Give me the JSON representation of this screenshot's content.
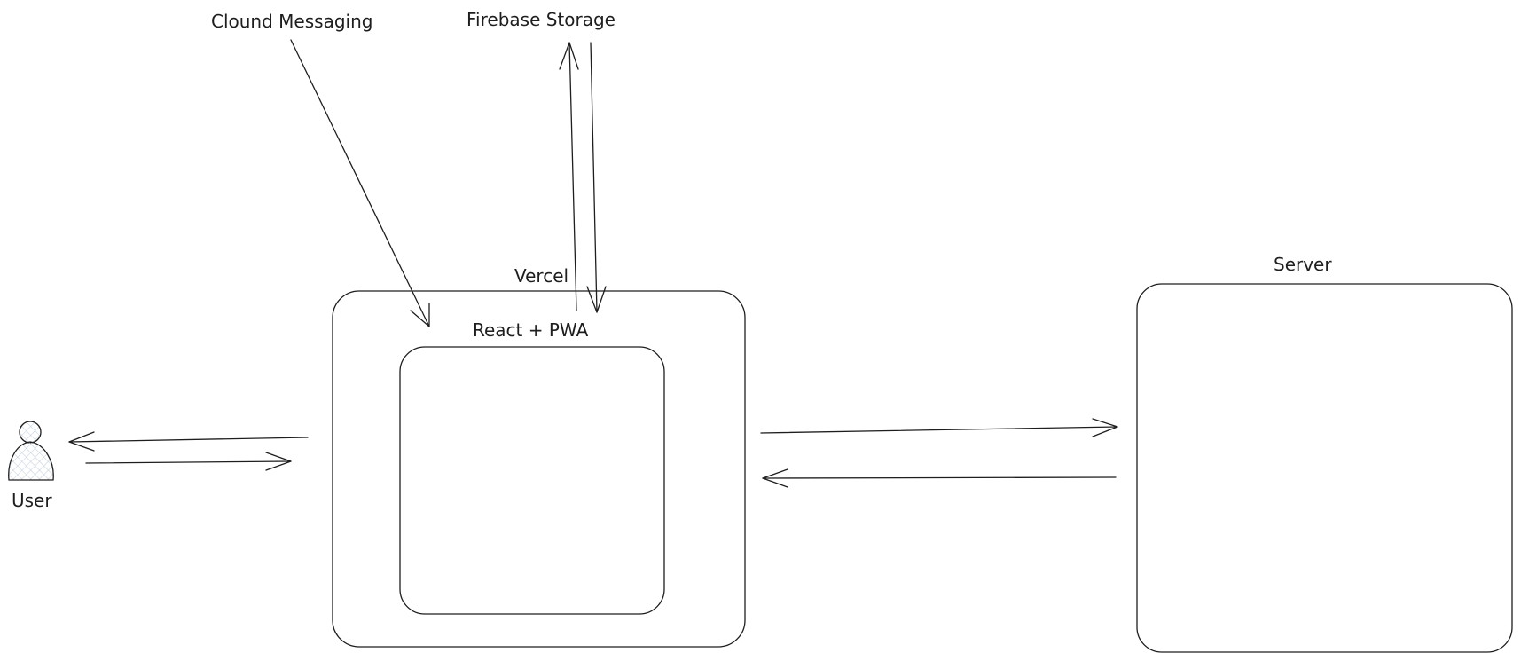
{
  "labels": {
    "cloud_messaging": "Clound Messaging",
    "firebase_storage": "Firebase Storage",
    "vercel": "Vercel",
    "react_pwa": "React + PWA",
    "server": "Server",
    "user": "User"
  },
  "colors": {
    "stroke": "#1e1e1e",
    "background": "#ffffff",
    "hatch": "#c9d3e0"
  },
  "icons": {
    "user": "user-icon"
  }
}
